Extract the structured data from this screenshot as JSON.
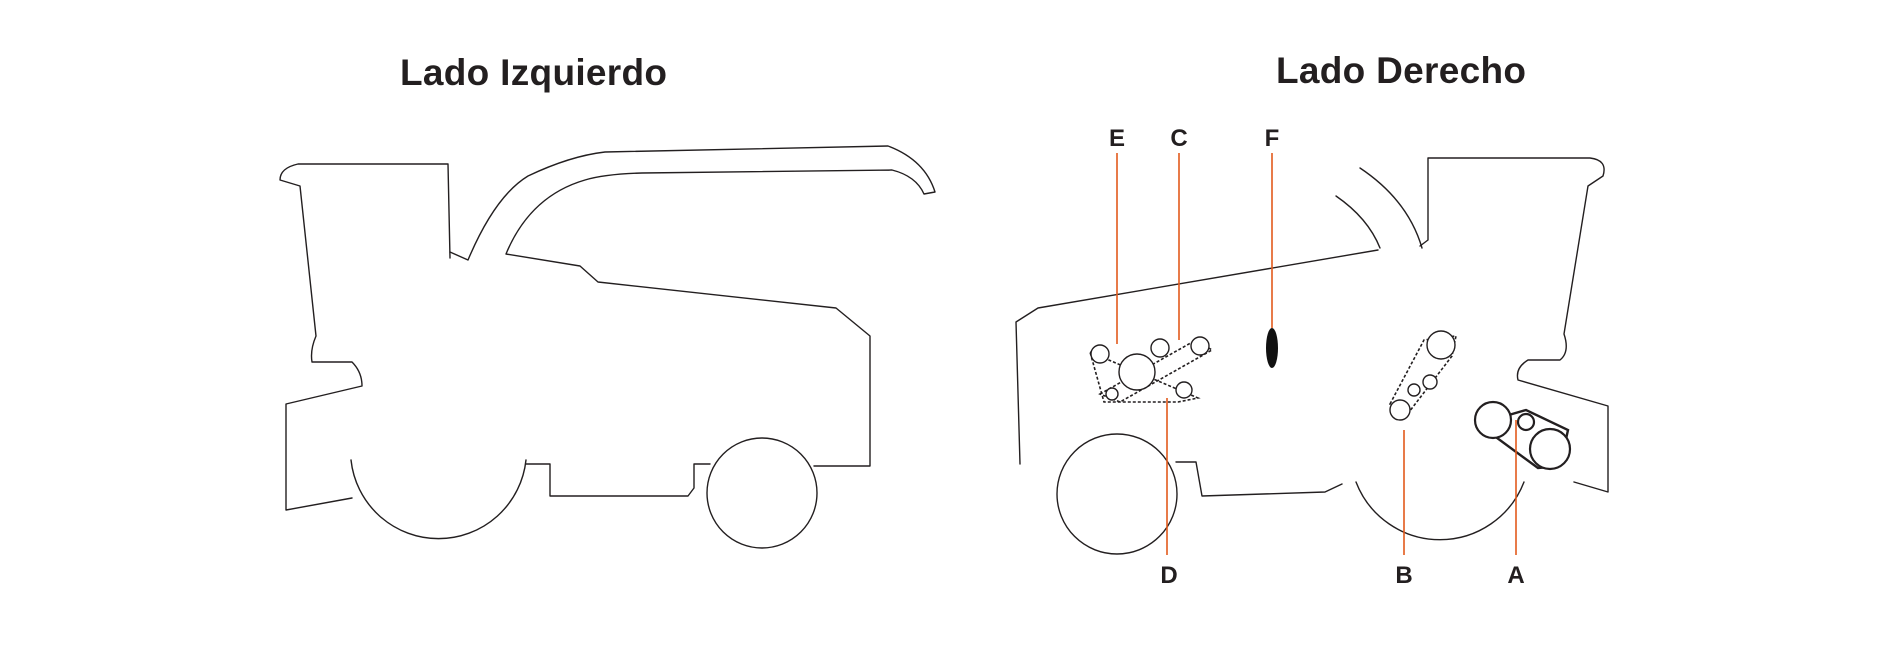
{
  "titles": {
    "left": "Lado Izquierdo",
    "right": "Lado Derecho"
  },
  "callouts": {
    "a": "A",
    "b": "B",
    "c": "C",
    "d": "D",
    "e": "E",
    "f": "F"
  },
  "colors": {
    "leader": "#e35a1c",
    "outline": "#231f20",
    "background": "#ffffff"
  }
}
